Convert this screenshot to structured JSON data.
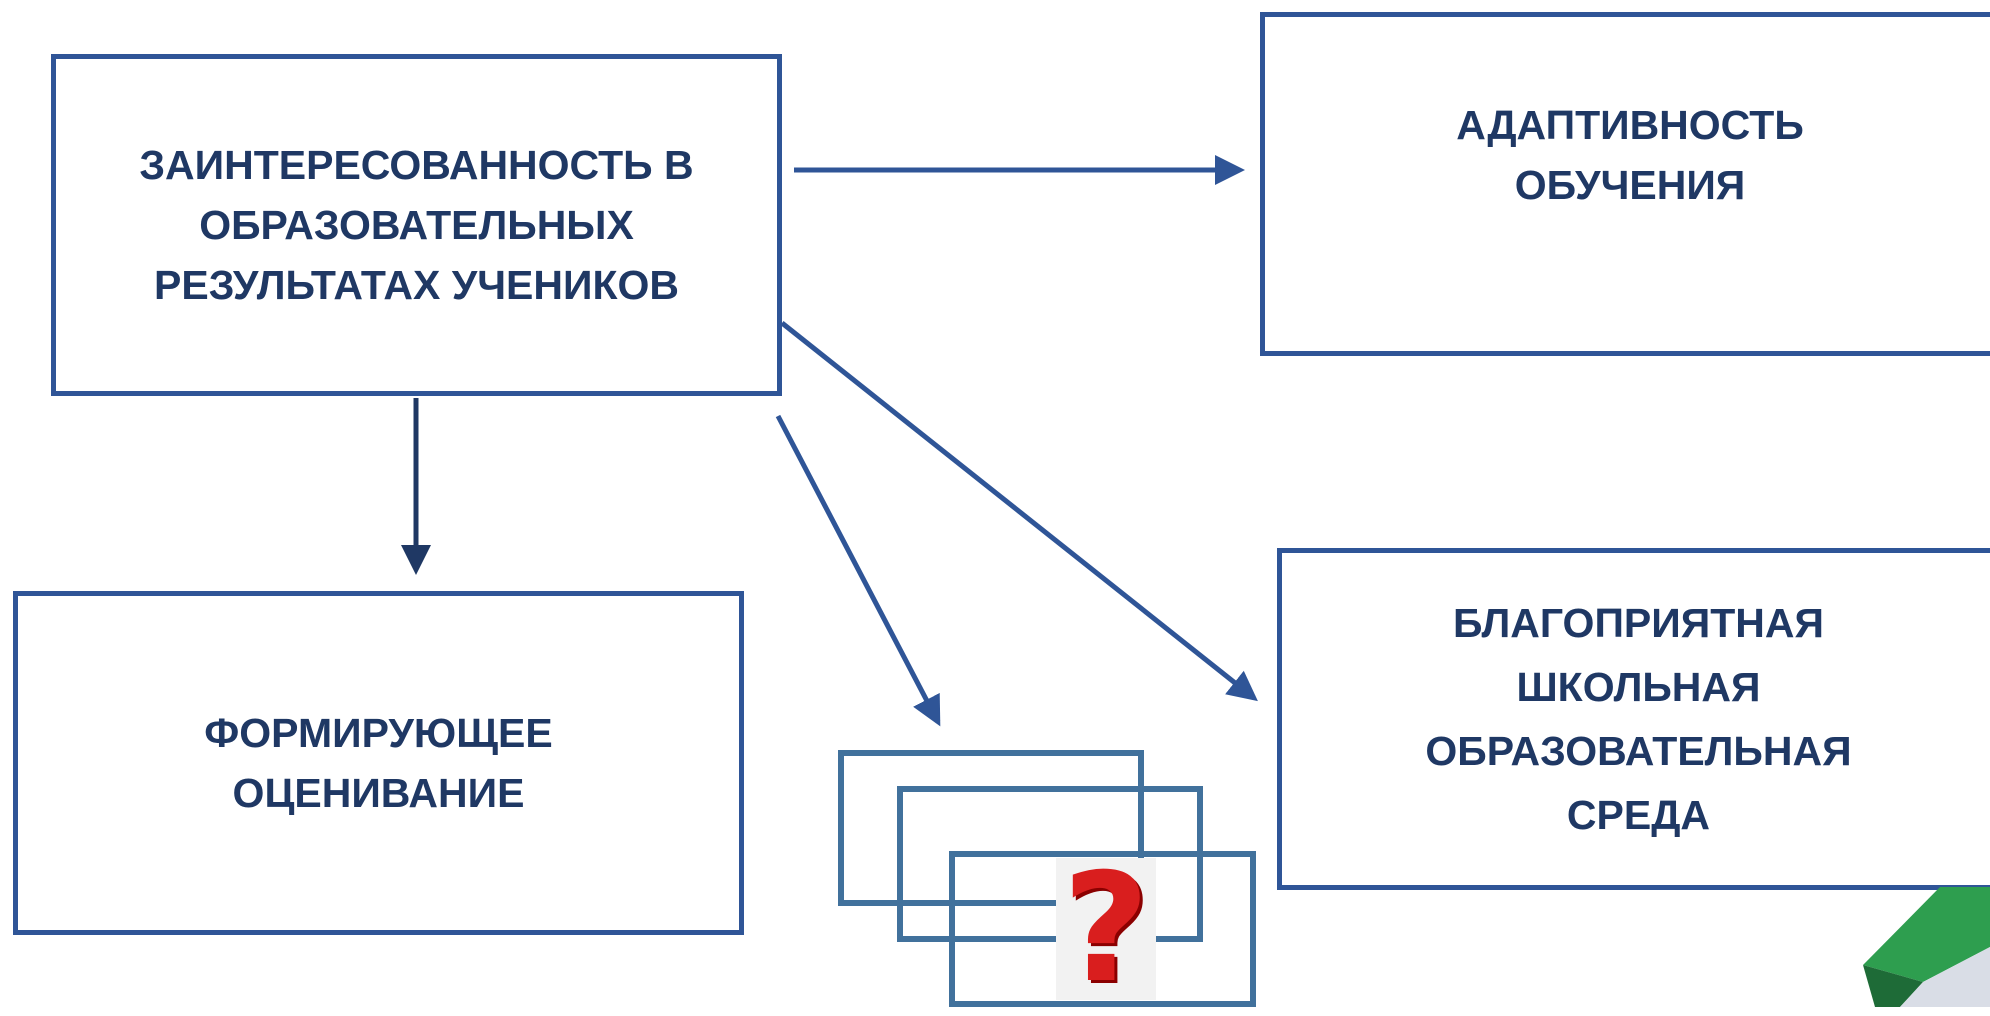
{
  "nodes": {
    "center": {
      "lines": [
        "Заинтересованность в",
        "образовательных",
        "результатах учеников"
      ]
    },
    "adaptive": {
      "lines": [
        "Адаптивность",
        "обучения"
      ]
    },
    "formative": {
      "lines": [
        "Формирующее",
        "оценивание"
      ]
    },
    "environment": {
      "lines": [
        "Благоприятная",
        "школьная",
        "образовательная",
        "среда"
      ]
    }
  },
  "unknown_node": {
    "icon": "question-mark-icon",
    "glyph": "?"
  },
  "colors": {
    "border": "#2f5597",
    "text": "#1f3864",
    "arrow": "#2f5597",
    "question": "#d91e1e"
  }
}
